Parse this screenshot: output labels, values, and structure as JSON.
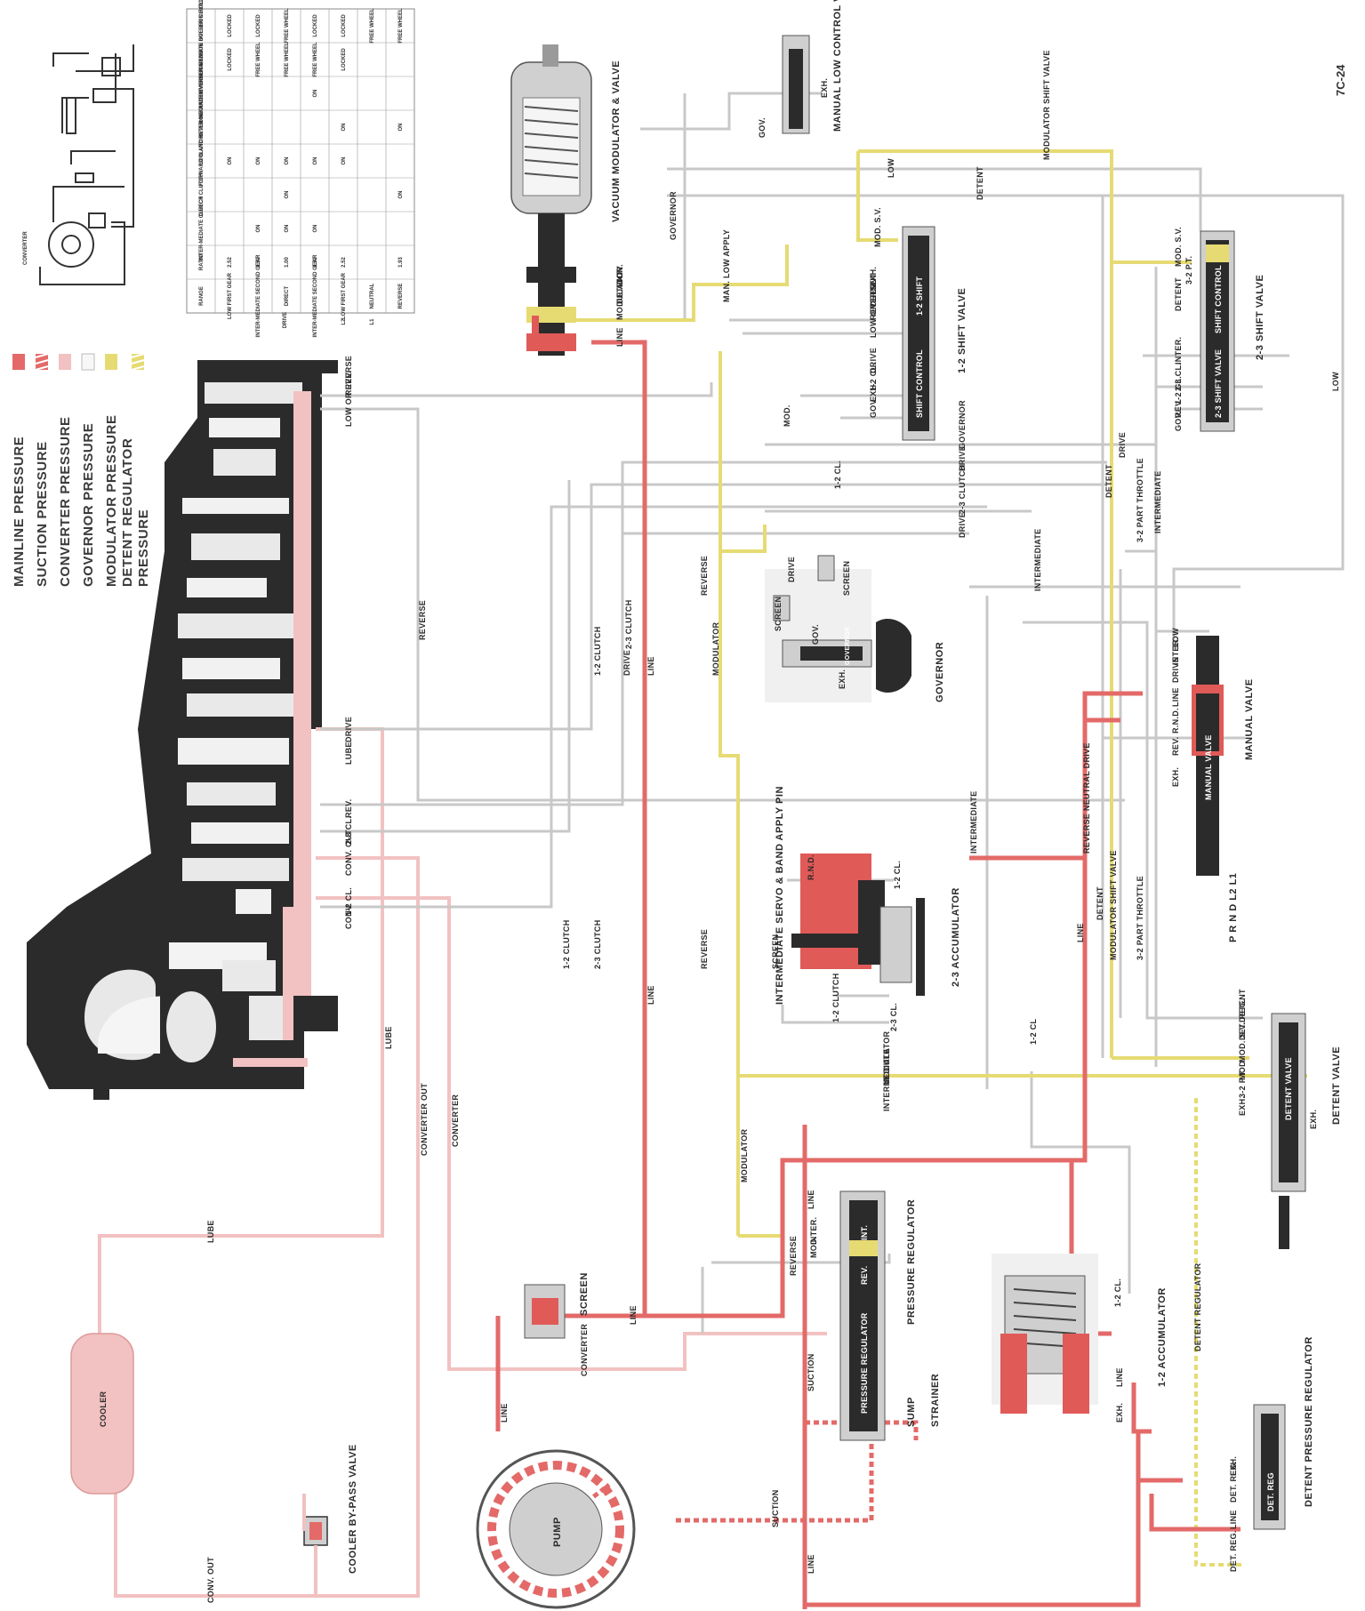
{
  "figure_id": "7C-24",
  "legend": {
    "items": [
      {
        "label": "MAINLINE PRESSURE",
        "color": "#e36a68",
        "pattern": "solid"
      },
      {
        "label": "SUCTION PRESSURE",
        "color": "#e36a68",
        "pattern": "striped"
      },
      {
        "label": "CONVERTER PRESSURE",
        "color": "#f2c1c1",
        "pattern": "solid"
      },
      {
        "label": "GOVERNOR PRESSURE",
        "color": "#f4f4f4",
        "pattern": "solid"
      },
      {
        "label": "MODULATOR PRESSURE",
        "color": "#e6db73",
        "pattern": "solid"
      },
      {
        "label": "DETENT REGULATOR",
        "color": "#e6db73",
        "pattern": "striped"
      },
      {
        "label": "PRESSURE",
        "color": "",
        "pattern": "text"
      }
    ]
  },
  "range_table": {
    "headers": [
      "RANGE",
      "RATIO",
      "INTER-MEDIATE CLUTCH",
      "DIRECT CLUTCH",
      "FORWARD CLUTCH",
      "LOW AND REVERSE CLUTCH",
      "INTER-MEDIATE OVERRUN BAND",
      "LOW AND REVERSE OVERRUN ROLLER CLUTCH",
      "INTER-MEDIATE OVERRUN ROLLER CLUTCH"
    ],
    "group_label": "DRIVE",
    "rows": [
      [
        "LOW FIRST GEAR",
        "2.52",
        "",
        "",
        "ON",
        "",
        "",
        "LOCKED",
        "LOCKED"
      ],
      [
        "INTER-MEDIATE SECOND GEAR",
        "1.52",
        "ON",
        "",
        "ON",
        "",
        "",
        "FREE WHEEL",
        "LOCKED"
      ],
      [
        "DIRECT",
        "1.00",
        "ON",
        "ON",
        "ON",
        "",
        "",
        "FREE WHEEL",
        "FREE WHEEL"
      ],
      [
        "INTER-MEDIATE SECOND GEAR",
        "1.52",
        "ON",
        "",
        "ON",
        "",
        "ON",
        "FREE WHEEL",
        "LOCKED"
      ],
      [
        "LOW FIRST GEAR",
        "2.52",
        "",
        "",
        "ON",
        "ON",
        "",
        "LOCKED",
        "LOCKED"
      ],
      [
        "NEUTRAL",
        "",
        "",
        "",
        "",
        "",
        "",
        "",
        "FREE WHEEL"
      ],
      [
        "REVERSE",
        "1.93",
        "",
        "ON",
        "",
        "ON",
        "",
        "",
        "FREE WHEEL"
      ]
    ],
    "range_marks": [
      "L2",
      "L1"
    ]
  },
  "converter_label": "CONVERTER",
  "components": {
    "vacuum_modulator": "VACUUM MODULATOR & VALVE",
    "manual_low_control": "MANUAL LOW CONTROL VALVE",
    "shift_1_2": "1-2 SHIFT VALVE",
    "shift_2_3": "2-3 SHIFT VALVE",
    "governor": "GOVERNOR",
    "manual_valve": "MANUAL VALVE",
    "servo": "INTERMEDIATE SERVO & BAND APPLY PIN",
    "accum_2_3": "2-3 ACCUMULATOR",
    "detent_valve": "DETENT VALVE",
    "pressure_regulator": "PRESSURE REGULATOR",
    "accum_1_2": "1-2 ACCUMULATOR",
    "detent_pressure_regulator": "DETENT PRESSURE REGULATOR",
    "screen": "SCREEN",
    "sump": "SUMP",
    "strainer": "STRAINER",
    "pump": "PUMP",
    "cooler": "COOLER",
    "cooler_bypass": "COOLER BY-PASS VALVE"
  },
  "valve_inner_labels": {
    "shift_1_2_a": "1-2 SHIFT",
    "shift_1_2_b": "SHIFT CONTROL",
    "shift_2_3_a": "2-3 SHIFT VALVE",
    "shift_2_3_b": "SHIFT CONTROL",
    "manual": "MANUAL VALVE",
    "detent": "DETENT VALVE",
    "pr_a": "PRESSURE REGULATOR",
    "pr_b": "REV.",
    "pr_c": "INT.",
    "det_reg": "DET. REG",
    "governor": "GOVERNOR"
  },
  "lines": {
    "reverse": "REVERSE",
    "low_or_rev": "LOW OR REV.",
    "drive": "DRIVE",
    "lube": "LUBE",
    "rev": "REV.",
    "cl_2_3": "2-3 CL.",
    "conv_out": "CONV. OUT",
    "cl_1_2": "1-2 CL.",
    "conv": "CONV.",
    "line": "LINE",
    "modulator": "MODULATOR",
    "detent": "DETENT",
    "gov": "GOV.",
    "exh": "EXH.",
    "low": "LOW",
    "mod_sv": "MOD. S.V.",
    "modulator_shift_valve": "MODULATOR SHIFT VALVE",
    "governor_line": "GOVERNOR",
    "man_low_apply": "MAN. LOW APPLY",
    "mod": "MOD.",
    "intermediate": "INTERMEDIATE",
    "clutch_2_3": "2-3 CLUTCH",
    "clutch_1_2": "1-2 CLUTCH",
    "part_throttle": "3-2 PART THROTTLE",
    "pt_3_2": "3-2 P.T.",
    "inter": "INTER.",
    "rnd": "R.N.D.",
    "reverse_neutral_drive": "REVERSE NEUTRAL DRIVE",
    "det_reg": "DET. REG.",
    "detent_regulator": "DETENT REGULATOR",
    "converter": "CONVERTER",
    "converter_out": "CONVERTER OUT",
    "suction": "SUCTION",
    "cl_12": "1-2 CL"
  },
  "selector": {
    "positions": "P  R  N  D  L2  L1"
  },
  "colors": {
    "mainline": "#e36a68",
    "converter": "#f2c1c1",
    "governor": "#c8c8c8",
    "modulator": "#e6db73",
    "parts": "#2b2b2b"
  }
}
